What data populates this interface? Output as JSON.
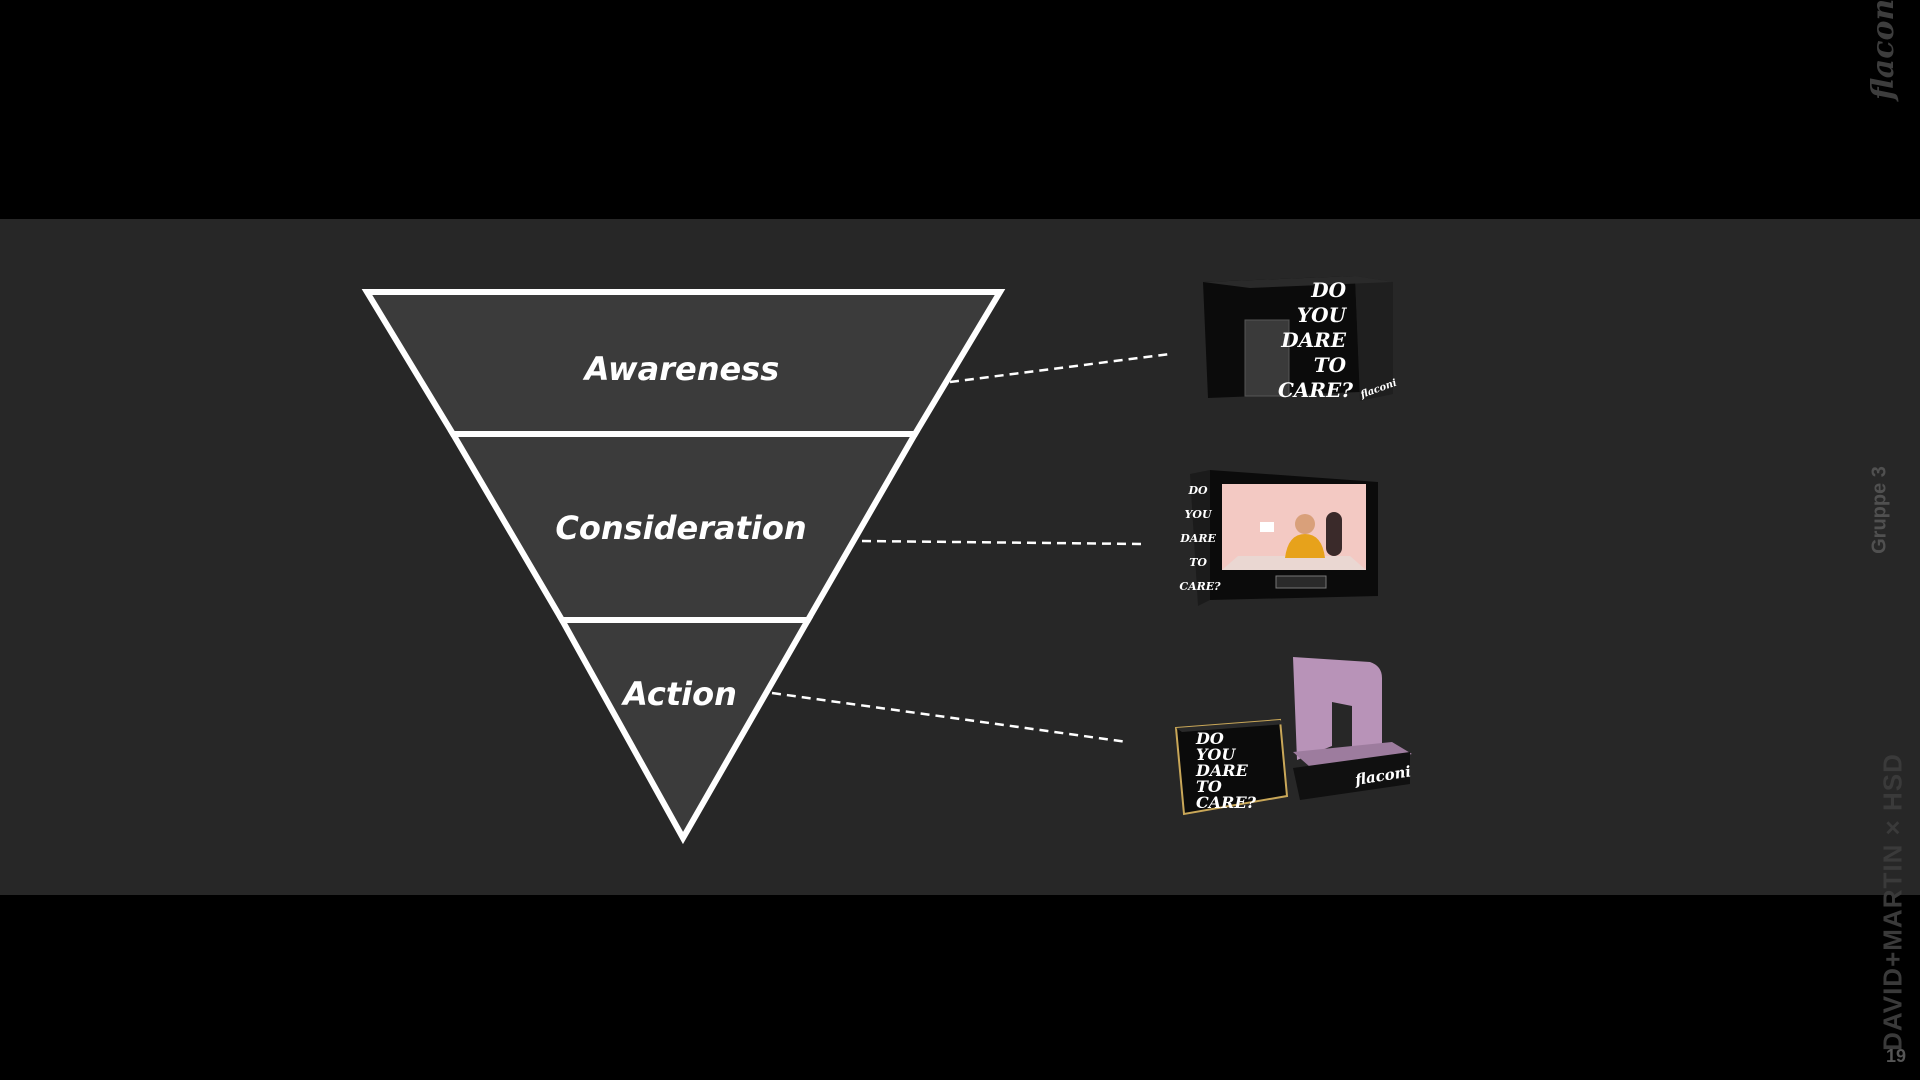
{
  "slide": {
    "page_number": "19",
    "side_brand": "flaconi",
    "group_label": "Gruppe 3",
    "partner_label": "DAVID+MARTIN × HSD"
  },
  "funnel": {
    "stages": [
      {
        "label": "Awareness"
      },
      {
        "label": "Consideration"
      },
      {
        "label": "Action"
      }
    ]
  },
  "visuals": {
    "awareness": {
      "lines": [
        "DO",
        "YOU",
        "DARE",
        "TO",
        "CARE?"
      ],
      "brand": "flaconi"
    },
    "consideration": {
      "side_lines": [
        "DO",
        "YOU",
        "DARE",
        "TO",
        "CARE?"
      ]
    },
    "action": {
      "lines": [
        "DO",
        "YOU",
        "DARE",
        "TO",
        "CARE?"
      ],
      "brand": "flaconi"
    }
  },
  "colors": {
    "band": "#272727",
    "funnel_fill": "#3b3b3b",
    "outline": "#ffffff",
    "box_black": "#0d0d0d",
    "screen_pink": "#f3c9c3",
    "person_yellow": "#e7a21b",
    "mailer_pink": "#b893b8",
    "gold_edge": "#c9a758"
  }
}
